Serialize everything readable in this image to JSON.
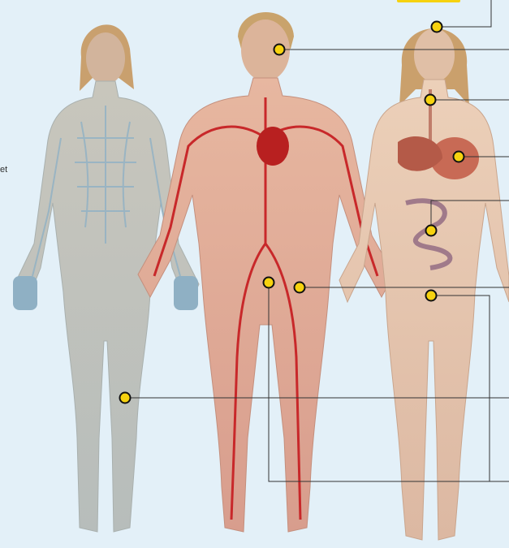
{
  "page": {
    "background": "#e3f0f8",
    "accent": "#f6d20f",
    "clipped_text": "et"
  },
  "figures": [
    {
      "name": "lymphatic-system-figure",
      "tone": "#b9c3c3",
      "accent": "#8fb0c4"
    },
    {
      "name": "circulatory-system-figure",
      "tone": "#dca896",
      "accent": "#c8282a"
    },
    {
      "name": "digestive-system-figure",
      "tone": "#e2c1aa",
      "accent": "#c86a55"
    }
  ],
  "callouts": [
    {
      "id": "callout-1",
      "label": ""
    },
    {
      "id": "callout-2",
      "label": ""
    },
    {
      "id": "callout-3",
      "label": ""
    },
    {
      "id": "callout-4",
      "label": ""
    },
    {
      "id": "callout-5",
      "label": ""
    },
    {
      "id": "callout-6",
      "label": ""
    },
    {
      "id": "callout-7",
      "label": ""
    },
    {
      "id": "callout-8",
      "label": ""
    },
    {
      "id": "callout-9",
      "label": ""
    },
    {
      "id": "callout-10",
      "label": ""
    }
  ]
}
